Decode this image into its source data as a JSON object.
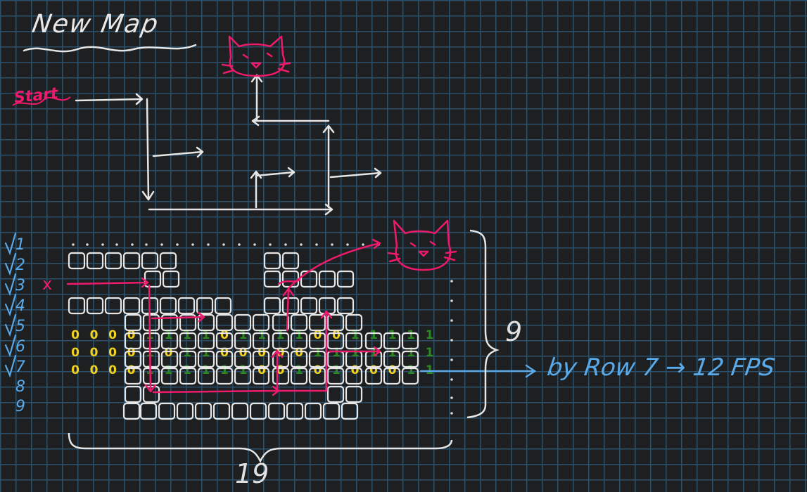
{
  "title": "New Map",
  "start_label": "Start",
  "row_labels": [
    "1",
    "2",
    "3",
    "4",
    "5",
    "6",
    "7",
    "8",
    "9"
  ],
  "height_label": "9",
  "width_label": "19",
  "note": "by Row 7 → 12 FPS",
  "marker": "x",
  "grid_rows": [
    "00001111011110011111",
    "00001011000001111111",
    "00001111110010100011"
  ],
  "colors": {
    "background": "#1e1f20",
    "grid": "#2c4f6a",
    "sketch": "#e6e6e6",
    "path": "#ee1a6c",
    "annotation": "#5aa9e8",
    "zero": "#f2d21a",
    "one": "#2a8a1e"
  },
  "icons": [
    "cat-icon",
    "cat-icon",
    "arrow-icon"
  ]
}
